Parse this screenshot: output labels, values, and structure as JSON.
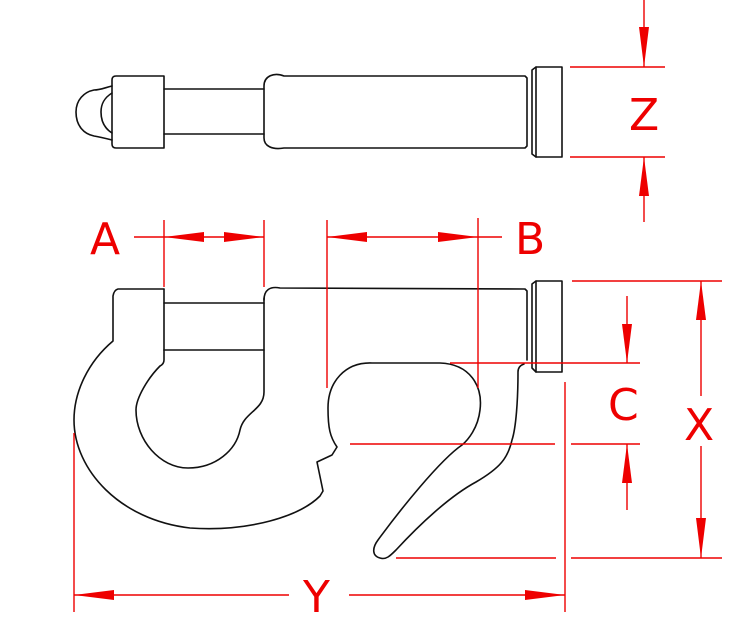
{
  "figure": {
    "type": "engineering dimension drawing",
    "subject": "snap hook / shackle hook, top view and side view",
    "colors": {
      "outline": "#111111",
      "dimension": "#ee0000",
      "background": "#ffffff"
    }
  },
  "dimensions": {
    "Z": {
      "label": "Z",
      "view": "top",
      "orientation": "vertical"
    },
    "A": {
      "label": "A",
      "view": "side",
      "orientation": "horizontal"
    },
    "B": {
      "label": "B",
      "view": "side",
      "orientation": "horizontal"
    },
    "C": {
      "label": "C",
      "view": "side",
      "orientation": "vertical"
    },
    "X": {
      "label": "X",
      "view": "side",
      "orientation": "vertical"
    },
    "Y": {
      "label": "Y",
      "view": "side",
      "orientation": "horizontal"
    }
  }
}
